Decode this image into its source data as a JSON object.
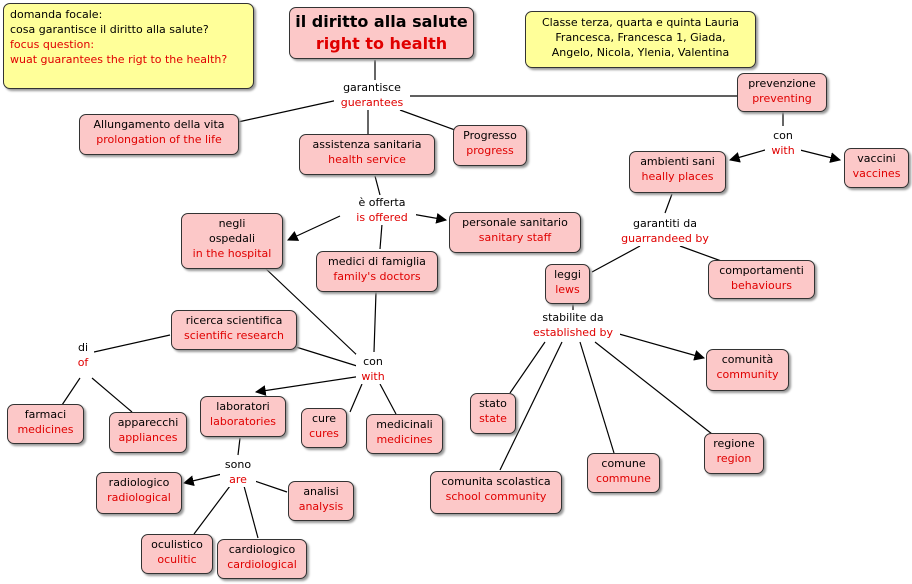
{
  "focal": {
    "lines": [
      "domanda focale:",
      "cosa garantisce il diritto alla salute?"
    ],
    "red_lines": [
      "focus question:",
      "wuat guarantees the rigt to the health?"
    ]
  },
  "title": {
    "it": "il diritto alla salute",
    "en": "right to health"
  },
  "authors": {
    "lines": [
      "Classe terza, quarta e quinta Lauria",
      "Francesca, Francesca 1, Giada,",
      "Angelo, Nicola, Ylenia, Valentina"
    ]
  },
  "nodes": {
    "allungamento": {
      "it": "Allungamento della vita",
      "en": "prolongation of the life"
    },
    "assistenza": {
      "it": "assistenza sanitaria",
      "en": "health service"
    },
    "progresso": {
      "it": "Progresso",
      "en": "progress"
    },
    "prevenzione": {
      "it": "prevenzione",
      "en": "preventing"
    },
    "ambienti": {
      "it": "ambienti sani",
      "en": "heally places"
    },
    "vaccini": {
      "it": "vaccini",
      "en": "vaccines"
    },
    "ospedali": {
      "it1": "negli",
      "it2": "ospedali",
      "en": "in the hospital"
    },
    "personale": {
      "it": "personale sanitario",
      "en": "sanitary staff"
    },
    "medici": {
      "it": "medici di famiglia",
      "en": "family's doctors"
    },
    "leggi": {
      "it": "leggi",
      "en": "lews"
    },
    "comportamenti": {
      "it": "comportamenti",
      "en": "behaviours"
    },
    "ricerca": {
      "it": "ricerca scientifica",
      "en": "scientific research"
    },
    "comunita": {
      "it": "comunità",
      "en": "community"
    },
    "farmaci": {
      "it": "farmaci",
      "en": "medicines"
    },
    "apparecchi": {
      "it": "apparecchi",
      "en": "appliances"
    },
    "laboratori": {
      "it": "laboratori",
      "en": "laboratories"
    },
    "cure": {
      "it": "cure",
      "en": "cures"
    },
    "medicinali": {
      "it": "medicinali",
      "en": "medicines"
    },
    "stato": {
      "it": "stato",
      "en": "state"
    },
    "regione": {
      "it": "regione",
      "en": "region"
    },
    "comune": {
      "it": "comune",
      "en": "commune"
    },
    "scolastica": {
      "it": "comunita scolastica",
      "en": "school community"
    },
    "radiologico": {
      "it": "radiologico",
      "en": "radiological"
    },
    "analisi": {
      "it": "analisi",
      "en": "analysis"
    },
    "oculistico": {
      "it": "oculistico",
      "en": "oculitic"
    },
    "cardiologico": {
      "it": "cardiologico",
      "en": "cardiological"
    }
  },
  "phrases": {
    "garantisce": {
      "it": "garantisce",
      "en": "guerantees"
    },
    "con1": {
      "it": "con",
      "en": "with"
    },
    "offerta": {
      "it": "è offerta",
      "en": "is offered"
    },
    "garantiti": {
      "it": "garantiti da",
      "en": "guarrandeed by"
    },
    "stabilite": {
      "it": "stabilite da",
      "en": "established by"
    },
    "di": {
      "it": "di",
      "en": "of"
    },
    "con2": {
      "it": "con",
      "en": "with"
    },
    "sono": {
      "it": "sono",
      "en": "are"
    }
  },
  "colors": {
    "node_fill": "#fcc8c8",
    "note_fill": "#ffff99",
    "english_text": "#e00000"
  }
}
